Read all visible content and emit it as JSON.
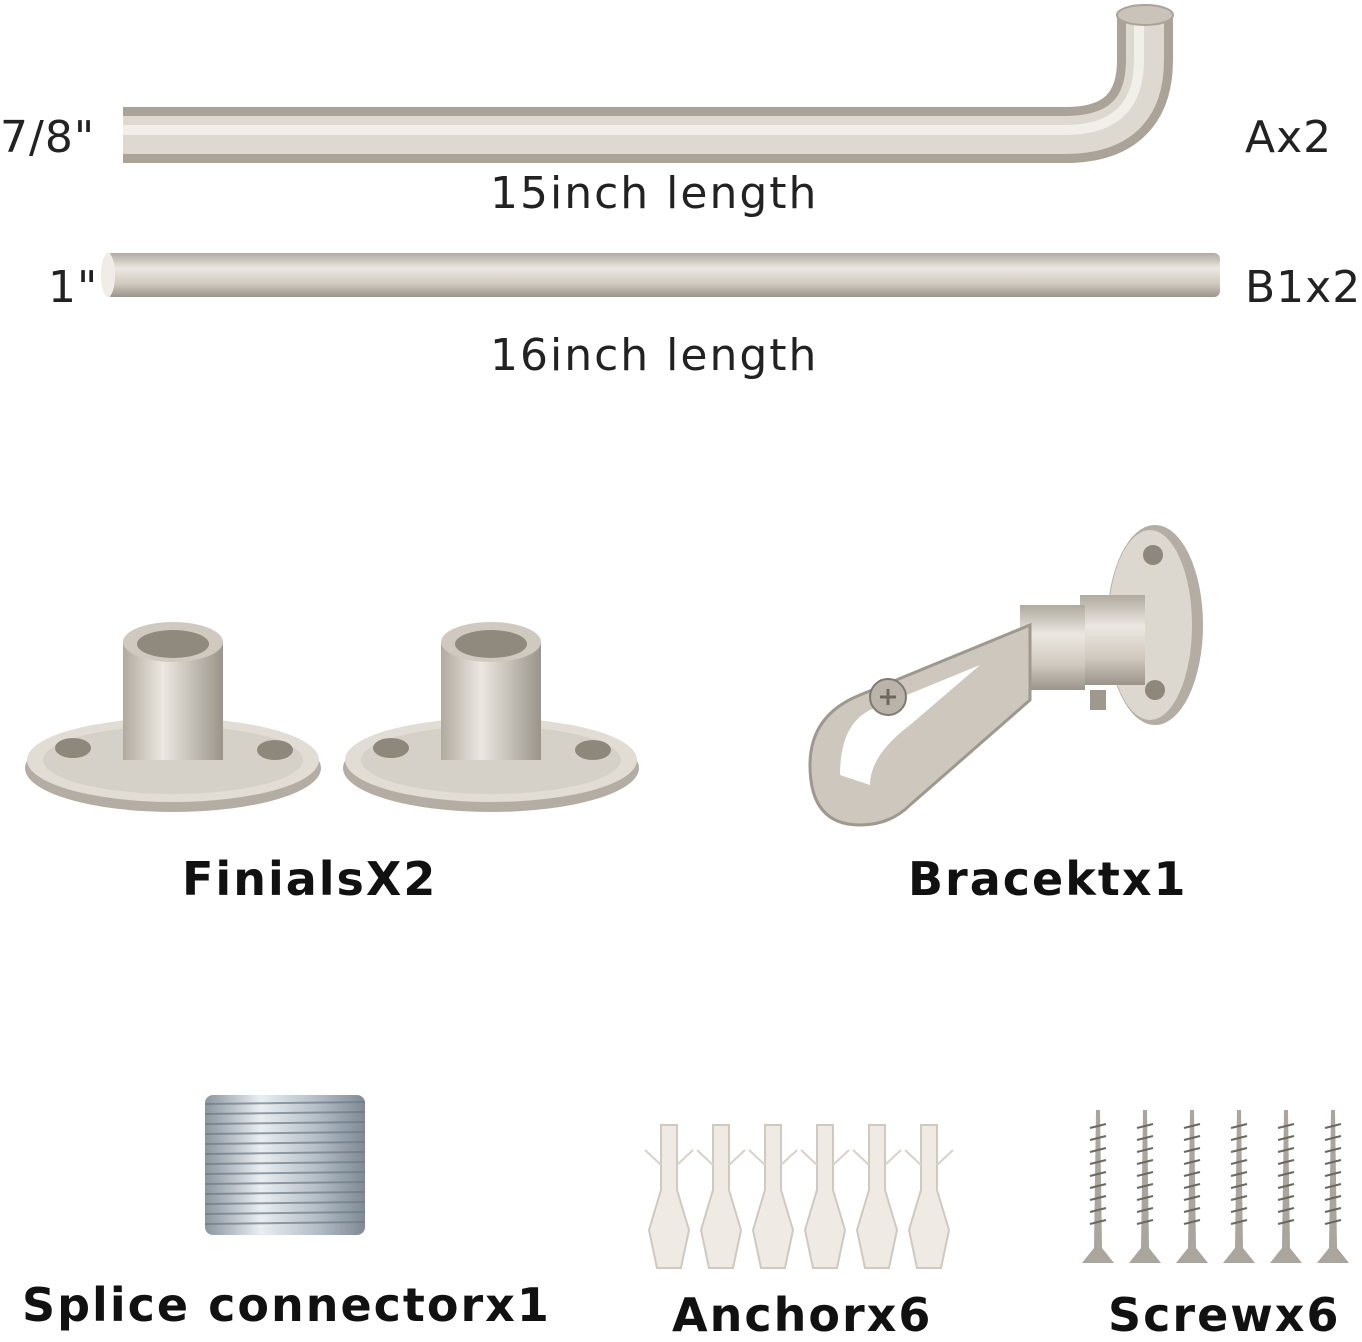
{
  "colors": {
    "metal_light": "#e6e2da",
    "metal_mid": "#c8c3b9",
    "metal_dark": "#9e988d",
    "zinc": "#b7c0c8",
    "plastic": "#f1ede6",
    "text": "#111111"
  },
  "rods": {
    "a": {
      "diameter": "7/8\"",
      "length": "15inch length",
      "qty": "Ax2"
    },
    "b": {
      "diameter": "1\"",
      "length": "16inch length",
      "qty": "B1x2"
    }
  },
  "parts": {
    "finials": "FinialsX2",
    "bracket": "Bracektx1",
    "splice": "Splice connectorx1",
    "anchor": "Anchorx6",
    "screw": "Screwx6"
  }
}
